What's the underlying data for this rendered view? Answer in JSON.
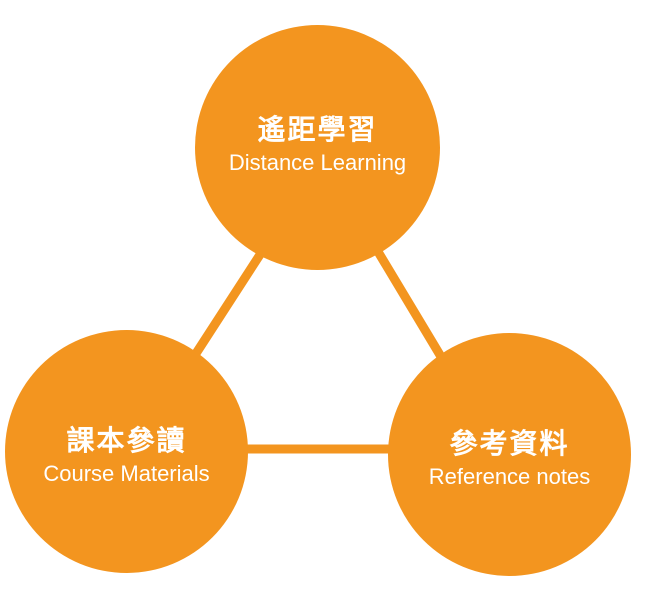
{
  "diagram": {
    "accent_color": "#f3951f",
    "nodes": [
      {
        "title": "遙距學習",
        "subtitle": "Distance Learning"
      },
      {
        "title": "課本參讀",
        "subtitle": "Course Materials"
      },
      {
        "title": "參考資料",
        "subtitle": "Reference notes"
      }
    ]
  }
}
